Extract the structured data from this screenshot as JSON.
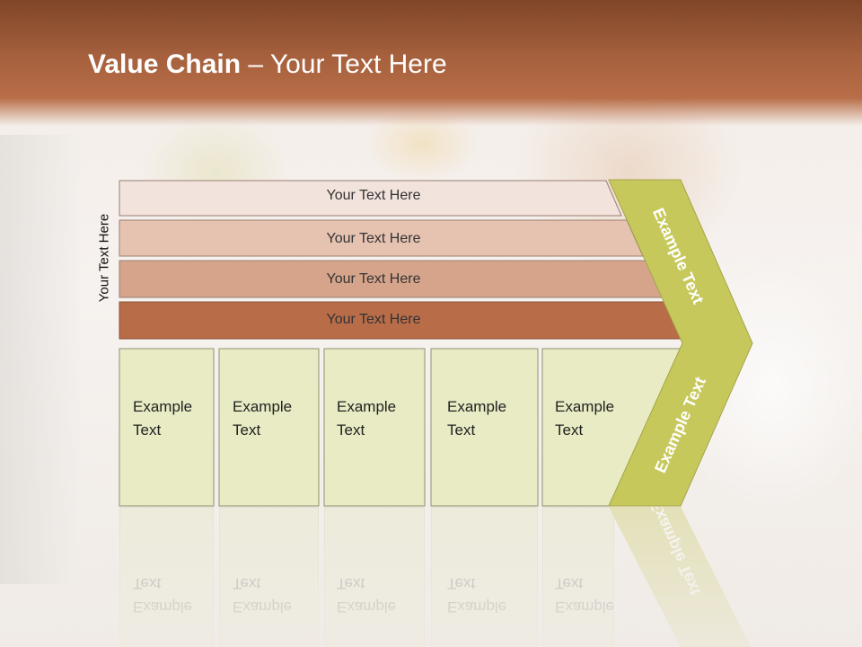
{
  "title": {
    "bold": "Value Chain",
    "rest": " – Your Text Here"
  },
  "vertical_label": "Your Text Here",
  "bars": [
    {
      "label": "Your Text Here",
      "color": "#f2e3dc"
    },
    {
      "label": "Your Text Here",
      "color": "#e6c2b1"
    },
    {
      "label": "Your Text Here",
      "color": "#d6a48b"
    },
    {
      "label": "Your Text Here",
      "color": "#b86c48"
    }
  ],
  "boxes": [
    {
      "line1": "Example",
      "line2": "Text"
    },
    {
      "line1": "Example",
      "line2": "Text"
    },
    {
      "line1": "Example",
      "line2": "Text"
    },
    {
      "line1": "Example",
      "line2": "Text"
    },
    {
      "line1": "Example",
      "line2": "Text"
    }
  ],
  "chevron": {
    "upper_label": "Example Text",
    "lower_label": "Example Text",
    "color": "#c7c85c"
  },
  "colors": {
    "header": "#a6603d",
    "box_fill": "#e8ebc3"
  }
}
